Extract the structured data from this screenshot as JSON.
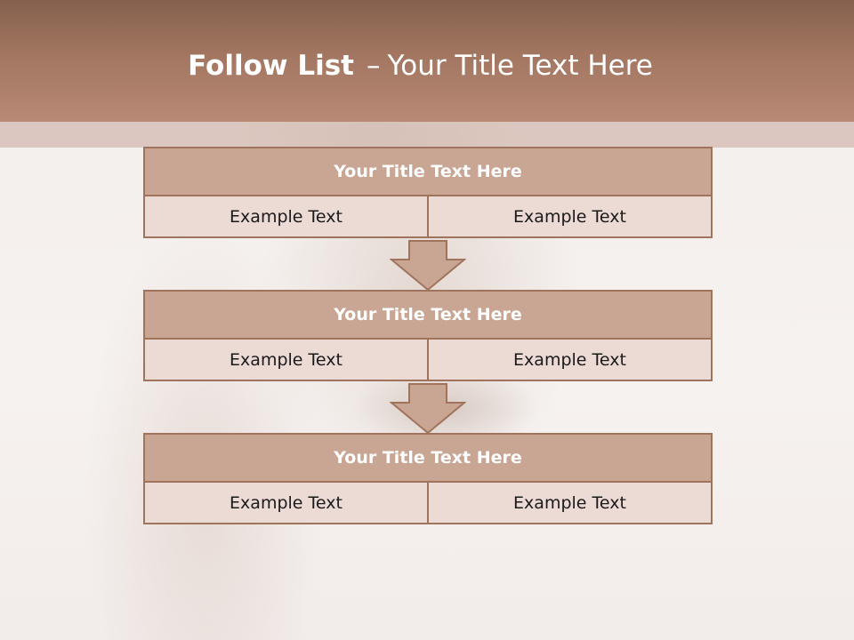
{
  "header": {
    "title_bold": "Follow List",
    "title_dash": "–",
    "title_rest": "Your Title Text Here"
  },
  "blocks": [
    {
      "title": "Your Title Text Here",
      "left": "Example Text",
      "right": "Example Text"
    },
    {
      "title": "Your Title Text Here",
      "left": "Example Text",
      "right": "Example Text"
    },
    {
      "title": "Your Title Text Here",
      "left": "Example Text",
      "right": "Example Text"
    }
  ],
  "colors": {
    "header": "#a27661",
    "block_title_fill": "#c9a593",
    "cell_fill": "#ecdad5",
    "border": "#a0735d"
  }
}
